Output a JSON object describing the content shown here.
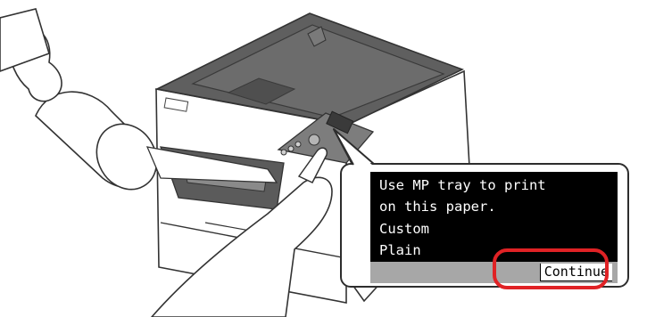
{
  "lcd": {
    "line1": "Use MP tray to print",
    "line2": "on this paper.",
    "line3": "Custom",
    "line4": "Plain",
    "softkey_label": "Continue"
  },
  "colors": {
    "highlight": "#e02225",
    "lcd_background": "#000000",
    "lcd_text": "#ffffff",
    "softkey_bar": "#a7a7a7",
    "printer_top": "#5f5f5f"
  }
}
